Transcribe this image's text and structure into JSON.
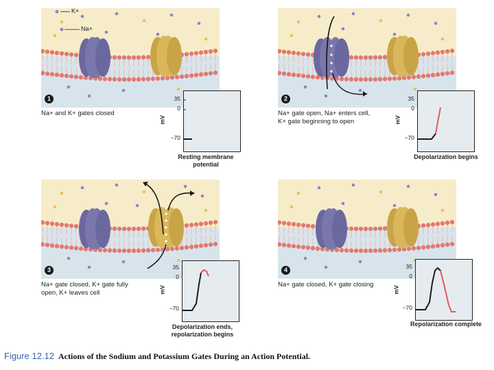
{
  "legend": {
    "k_label": "K+",
    "na_label": "Na+"
  },
  "panels": [
    {
      "step": "1",
      "desc_line1": "Na+ and K+ gates closed",
      "desc_line2": "",
      "cap_line1": "Resting membrane",
      "cap_line2": "potential"
    },
    {
      "step": "2",
      "desc_line1": "Na+ gate open, Na+ enters cell,",
      "desc_line2": "K+ gate beginning to open",
      "cap_line1": "Depolarization begins",
      "cap_line2": ""
    },
    {
      "step": "3",
      "desc_line1": "Na+ gate closed, K+ gate fully",
      "desc_line2": "open, K+ leaves cell",
      "cap_line1": "Depolarization ends,",
      "cap_line2": "repolarization begins"
    },
    {
      "step": "4",
      "desc_line1": "Na+ gate closed, K+ gate closing",
      "desc_line2": "",
      "cap_line1": "Repolarization complete",
      "cap_line2": ""
    }
  ],
  "graph": {
    "ylabel": "mV",
    "tick_top": "35",
    "tick_mid": "0",
    "tick_bot": "−70"
  },
  "colors": {
    "extracellular": "#f7ecc9",
    "intracellular": "#d8e4ec",
    "membrane_head": "#e07a70",
    "na_channel": "#7a77aa",
    "k_channel": "#d9b75a",
    "trace_black": "#1a1a1a",
    "trace_red": "#e05a5a",
    "graph_bg": "#e6ebef"
  },
  "caption": {
    "figure_number": "Figure 12.12",
    "title": "Actions of the Sodium and Potassium Gates During an Action Potential."
  }
}
